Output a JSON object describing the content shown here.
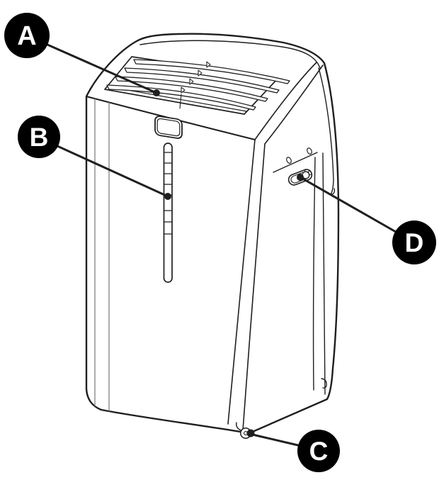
{
  "figure": {
    "type": "line-art-parts-diagram",
    "subject": "portable air conditioner",
    "background_color": "#ffffff",
    "line_color": "#1f1f1f",
    "callout_fill": "#000000",
    "callout_text_color": "#ffffff",
    "callouts": [
      {
        "label": "A",
        "part": "top-air-outlet-louvers"
      },
      {
        "label": "B",
        "part": "front-indicator-strip"
      },
      {
        "label": "C",
        "part": "caster-wheel"
      },
      {
        "label": "D",
        "part": "side-handle"
      }
    ]
  }
}
